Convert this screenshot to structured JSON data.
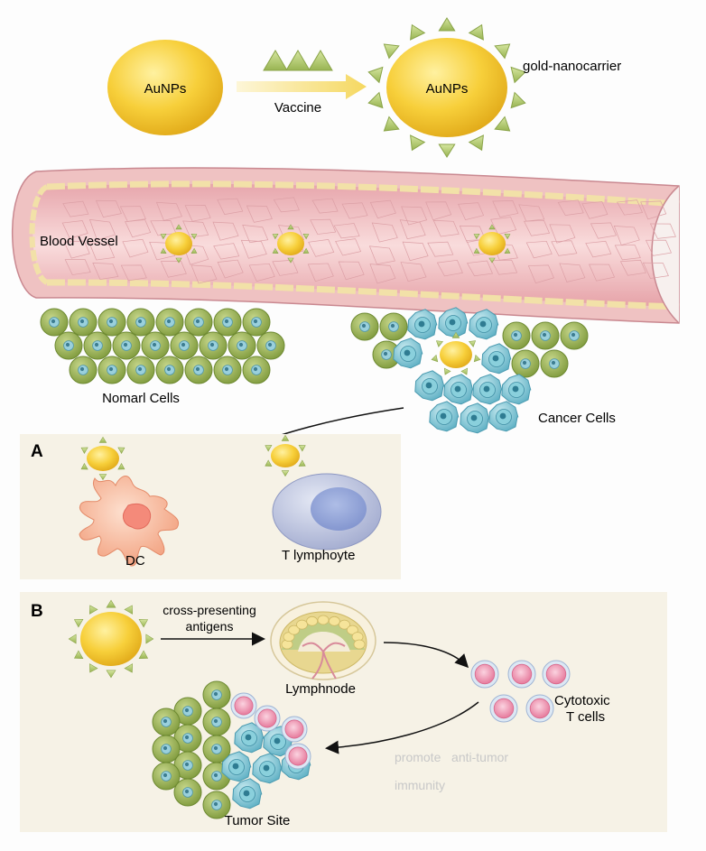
{
  "top": {
    "np_label_left": "AuNPs",
    "np_label_right": "AuNPs",
    "vaccine_label": "Vaccine",
    "carrier_label": "gold-nanocarrier"
  },
  "vessel": {
    "label": "Blood Vessel"
  },
  "cells": {
    "normal_label": "Nomarl Cells",
    "cancer_label": "Cancer Cells"
  },
  "panel_a": {
    "letter": "A",
    "dc_label": "DC",
    "t_label": "T lymphoyte"
  },
  "panel_b": {
    "letter": "B",
    "cross_line1": "cross-presenting",
    "cross_line2": "antigens",
    "lymph_label": "Lymphnode",
    "ctl_line1": "Cytotoxic",
    "ctl_line2": "T cells",
    "promote_line1": "promote   anti-tumor",
    "promote_line2": "immunity",
    "tumor_label": "Tumor Site"
  },
  "colors": {
    "gold": "#f4c430",
    "triangle": "#b8cf70",
    "normal_cell": "#8fa84a",
    "cancer_cell": "#6cc0d0",
    "vessel": "#e9a8ae",
    "panel_bg": "#f6f2e6",
    "dc": "#f5a98a",
    "t_cell": "#aeb6d6",
    "ctl": "#f08aa8"
  }
}
